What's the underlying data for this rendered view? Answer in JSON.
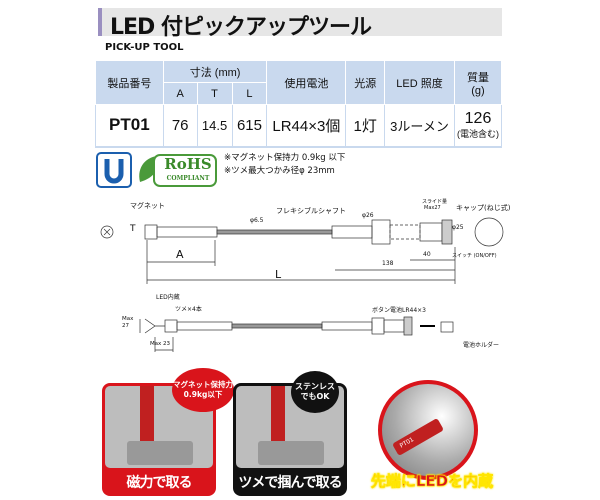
{
  "header": {
    "title": "LED 付ピックアップツール",
    "subtitle": "PICK-UP TOOL"
  },
  "table": {
    "headers": {
      "product_no": "製品番号",
      "dimensions": "寸法 (mm)",
      "a": "A",
      "t": "T",
      "l": "L",
      "battery": "使用電池",
      "light": "光源",
      "led": "LED 照度",
      "weight": "質量",
      "weight_unit": "(g)"
    },
    "row": {
      "product_no": "PT01",
      "a": "76",
      "t": "14.5",
      "l": "615",
      "battery": "LR44×3個",
      "light": "1灯",
      "led": "3ルーメン",
      "weight": "126",
      "weight_note": "(電池含む)"
    }
  },
  "badges": {
    "rohs": "RoHS",
    "rohs_sub": "COMPLIANT"
  },
  "notes": [
    "※マグネット保持力 0.9kg 以下",
    "※ツメ最大つかみ径φ 23mm"
  ],
  "diagram": {
    "magnet": "マグネット",
    "flex_shaft": "フレキシブルシャフト",
    "slide": "スライド量",
    "slide_max": "Max27",
    "cap": "キャップ(ねじ式)",
    "switch": "スイッチ (ON/OFF)",
    "dim_a": "A",
    "dim_t": "T",
    "dim_l": "L",
    "dim_138": "138",
    "dim_40": "40",
    "phi65": "φ6.5",
    "phi26": "φ26",
    "phi25": "φ25",
    "led_inside": "LED内蔵",
    "claws": "ツメ×4本",
    "max27": "Max 27",
    "max23": "Max 23",
    "button_battery": "ボタン電池LR44×3",
    "battery_holder": "電池ホルダー"
  },
  "photos": [
    {
      "caption": "磁力で取る",
      "badge": "マグネット保持力 0.9kg以下"
    },
    {
      "caption": "ツメで掴んで取る",
      "badge": "ステンレス でもOK"
    },
    {
      "caption": "先端にLEDを内蔵",
      "label": "PT01"
    }
  ],
  "colors": {
    "header_bg": "#c9d9ee",
    "title_bg": "#e6e6e6",
    "accent": "#9a8fc0",
    "red": "#d9141b",
    "yellow": "#ffe600"
  }
}
